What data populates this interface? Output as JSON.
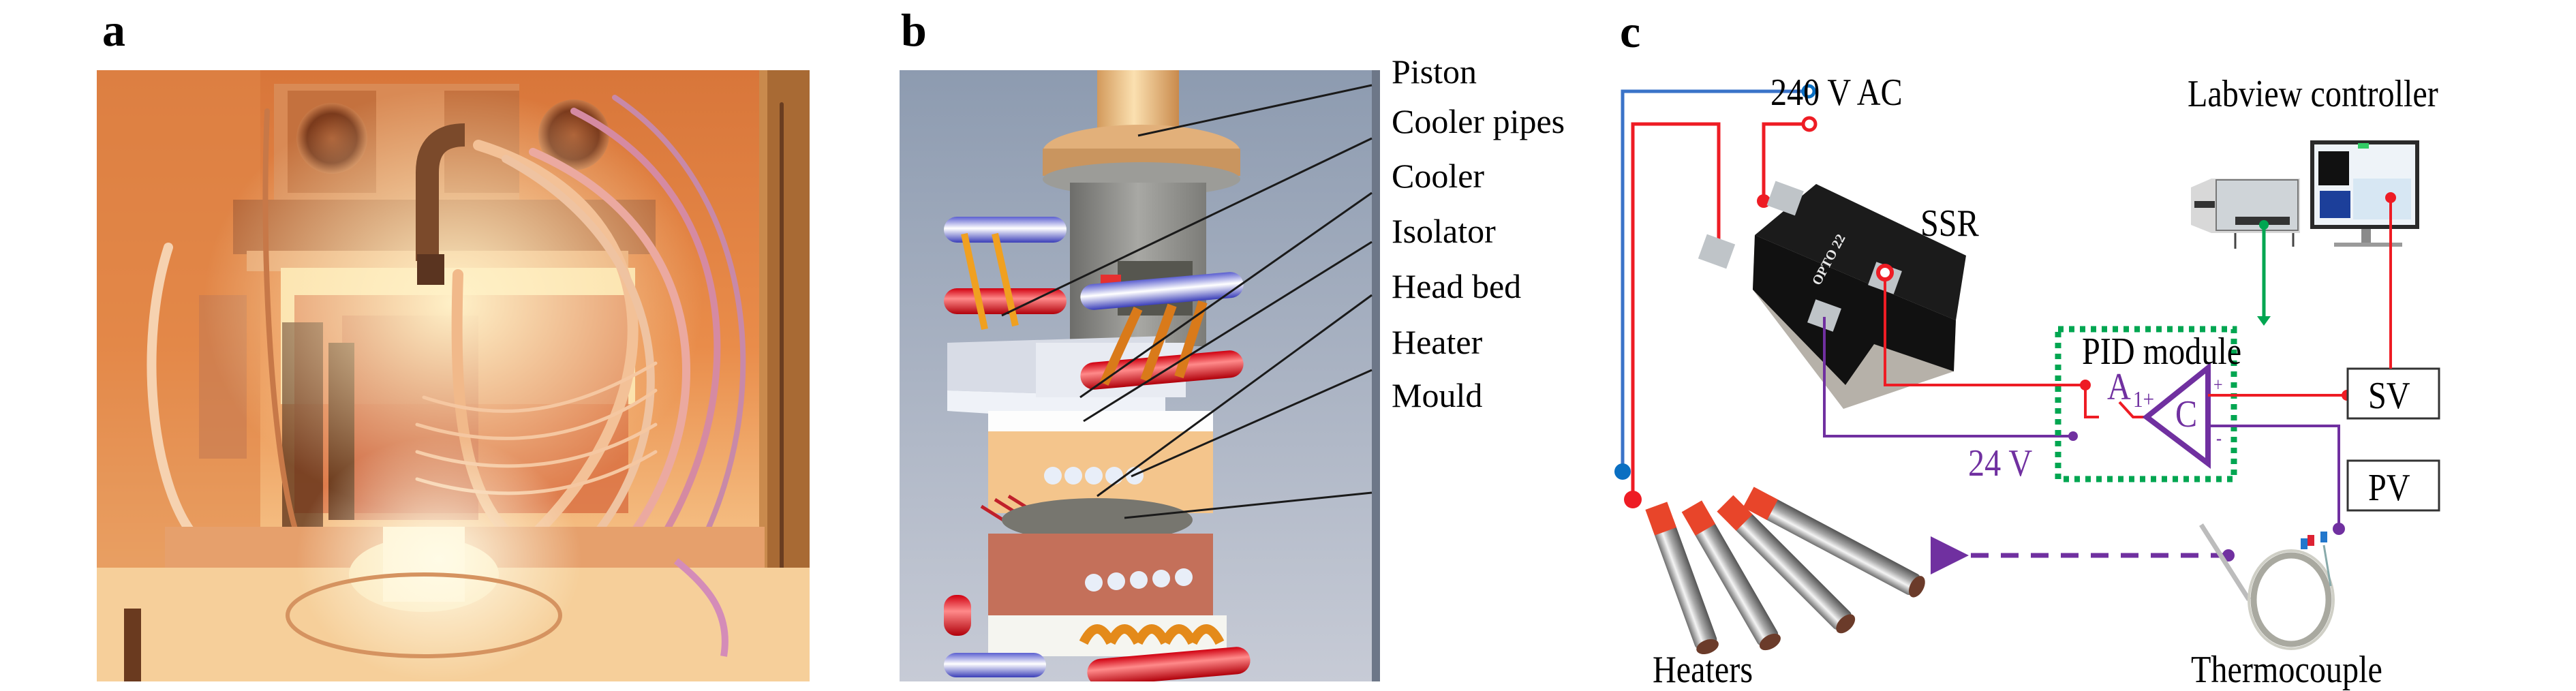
{
  "figure": {
    "panels": [
      {
        "id": "a",
        "letter": "a",
        "content": "photograph of heated press chamber interior"
      },
      {
        "id": "b",
        "letter": "b",
        "content": "3D CAD render of press assembly",
        "callouts": [
          "Piston",
          "Cooler pipes",
          "Cooler",
          "Isolator",
          "Head bed",
          "Heater",
          "Mould"
        ]
      },
      {
        "id": "c",
        "letter": "c",
        "content": "temperature control circuit diagram",
        "labels": {
          "power": "240 V AC",
          "controller": "Labview controller",
          "ssr": "SSR",
          "pid": "PID module",
          "switch": "A",
          "switch_sub": "1+",
          "comparator": "C",
          "plus": "+",
          "minus": "-",
          "sv": "SV",
          "pv": "PV",
          "voltage": "24 V",
          "heaters": "Heaters",
          "thermocouple": "Thermocouple",
          "ssr_brand": "OPTO 22"
        },
        "colors": {
          "neutral_wire": "#3a73c8",
          "live_wire": "#ee1c24",
          "control_wire": "#7030a0",
          "data_wire": "#00a651",
          "pid_border": "#00a651"
        }
      }
    ]
  }
}
